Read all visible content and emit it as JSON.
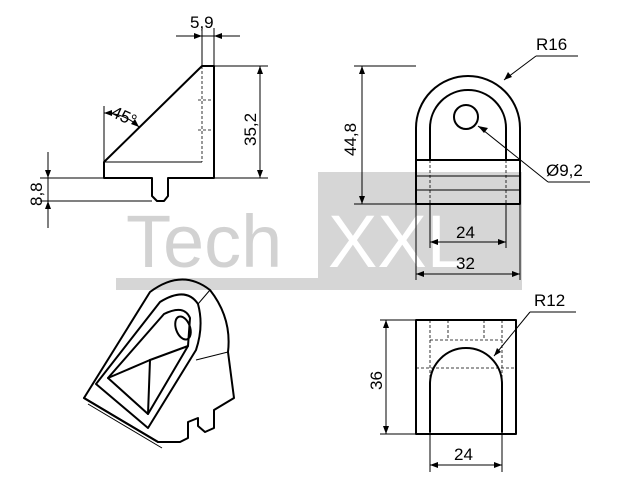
{
  "watermark": {
    "left": "Tech",
    "right": "XXL",
    "color": "#d0d0d0"
  },
  "dimensions": {
    "top_width": "5,9",
    "height": "35,2",
    "angle": "45°",
    "tab_height": "8,8",
    "front_radius": "R16",
    "front_height": "44,8",
    "hole_diameter": "Ø9,2",
    "front_inner_width": "24",
    "front_outer_width": "32",
    "bottom_radius": "R12",
    "bottom_height": "36",
    "bottom_width": "24"
  }
}
